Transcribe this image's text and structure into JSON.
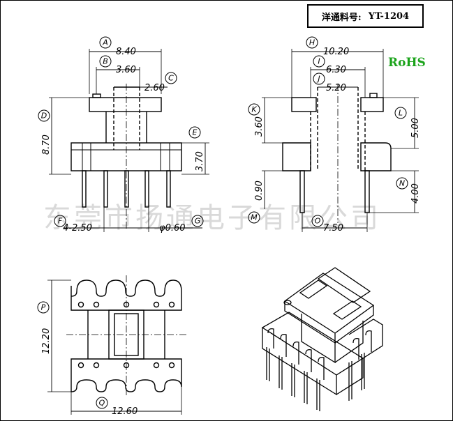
{
  "title_box": {
    "label": "洋通料号:",
    "part_number": "YT-1204"
  },
  "rohs": "RoHS",
  "watermark": "东莞市扬通电子有限公司",
  "front_view": {
    "callouts": [
      {
        "letter": "A",
        "value": "8.40"
      },
      {
        "letter": "B",
        "value": "3.60"
      },
      {
        "letter": "C",
        "value": "2.60"
      },
      {
        "letter": "D",
        "value": "8.70"
      },
      {
        "letter": "E",
        "value": "3.70"
      },
      {
        "letter": "F",
        "value": "4-2.50"
      },
      {
        "letter": "G",
        "value": "φ0.60"
      }
    ]
  },
  "side_view": {
    "callouts": [
      {
        "letter": "H",
        "value": "10.20"
      },
      {
        "letter": "I",
        "value": "6.30"
      },
      {
        "letter": "J",
        "value": "5.20"
      },
      {
        "letter": "K",
        "value": "3.60"
      },
      {
        "letter": "L",
        "value": "5.00"
      },
      {
        "letter": "M",
        "value": "0.90"
      },
      {
        "letter": "N",
        "value": "4.00"
      },
      {
        "letter": "O",
        "value": "7.50"
      }
    ]
  },
  "top_view": {
    "callouts": [
      {
        "letter": "P",
        "value": "12.20"
      },
      {
        "letter": "Q",
        "value": "12.60"
      }
    ]
  },
  "iso_view": {
    "name": "bobbin isometric view"
  }
}
